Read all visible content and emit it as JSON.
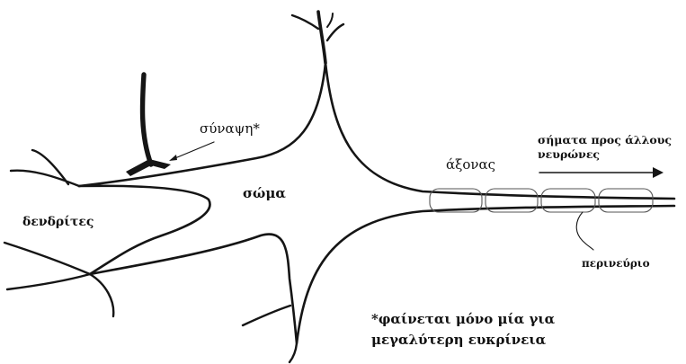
{
  "labels": {
    "synapse": "σύναψη*",
    "soma": "σώμα",
    "dendrites": "δενδρίτες",
    "axon": "άξονας",
    "signals_line1": "σήματα προς άλλους",
    "signals_line2": "νευρώνες",
    "perineurium": "περινεύριο",
    "note_line1": "*φαίνεται μόνο μία για",
    "note_line2": "μεγαλύτερη ευκρίνεια"
  },
  "colors": {
    "line": "#151515",
    "sheath": "#555555",
    "background": "#ffffff"
  }
}
